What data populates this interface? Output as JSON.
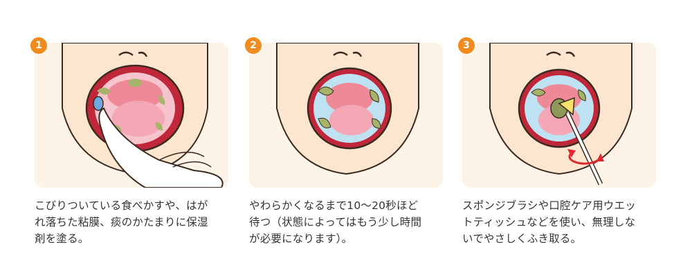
{
  "steps": [
    {
      "number": "1",
      "caption": "こびりついている食べかすや、はが\nれ落ちた粘膜、痰のかたまりに保湿\n剤を塗る。"
    },
    {
      "number": "2",
      "caption": "やわらかくなるまで10～20秒ほど\n待つ（状態によってはもう少し時間\nが必要になります）。"
    },
    {
      "number": "3",
      "caption": "スポンジブラシや口腔ケア用ウエッ\nトティッシュなどを使い、無理しな\nいでやさしくふき取る。"
    }
  ],
  "colors": {
    "badge": "#ef8b1f",
    "panel_bg": "#fdf3e6",
    "face": "#fde6cf",
    "outline": "#3a2a20",
    "mouth": "#c0273a",
    "tongue": "#f4a8b6",
    "debris": "#a6b36a",
    "gel": "#9fd0ea",
    "arrow": "#e0262f",
    "sponge": "#f5e26a"
  }
}
